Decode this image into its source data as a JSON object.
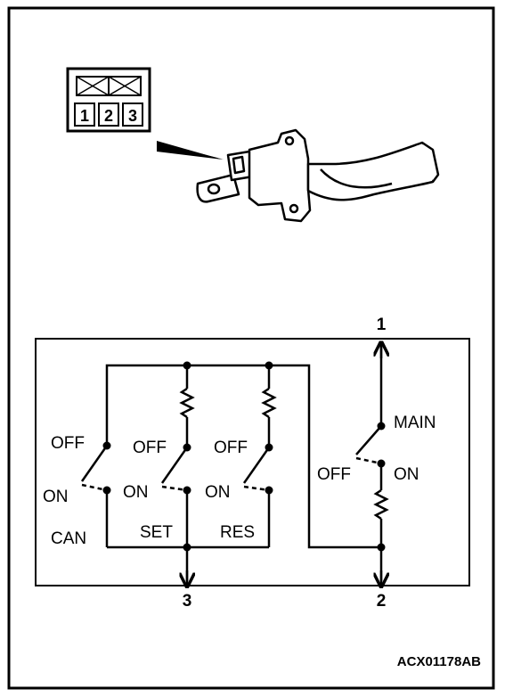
{
  "connector": {
    "pins": [
      "1",
      "2",
      "3"
    ]
  },
  "switches": {
    "can": {
      "off_label": "OFF",
      "on_label": "ON",
      "name": "CAN"
    },
    "set": {
      "off_label": "OFF",
      "on_label": "ON",
      "name": "SET"
    },
    "res": {
      "off_label": "OFF",
      "on_label": "ON",
      "name": "RES"
    },
    "main": {
      "name": "MAIN",
      "off_label": "OFF",
      "on_label": "ON"
    }
  },
  "terminals": {
    "t1": "1",
    "t2": "2",
    "t3": "3"
  },
  "figure_code": "ACX01178AB"
}
